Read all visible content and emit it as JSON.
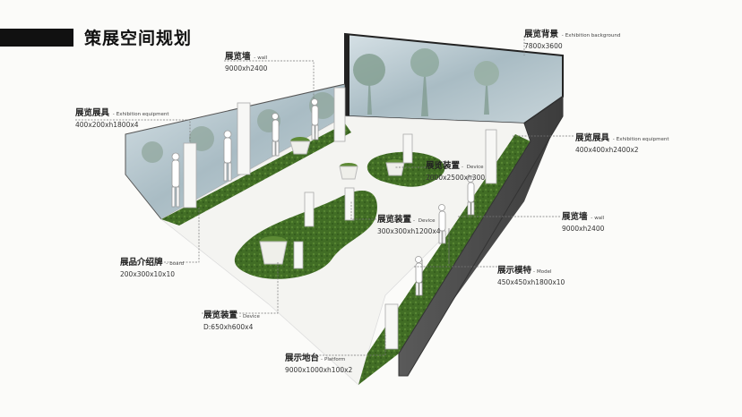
{
  "title": "策展空间规划",
  "labels": [
    {
      "zh": "展览背景",
      "sep": " -",
      "en": "Exhibition background",
      "dim": "7800x3600"
    },
    {
      "zh": "展览墙",
      "sep": " -",
      "en": "wall",
      "dim": "9000xh2400"
    },
    {
      "zh": "展览展具",
      "sep": " -",
      "en": "Exhibition equipment",
      "dim": "400x200xh1800x4"
    },
    {
      "zh": "展览展具",
      "sep": " -",
      "en": "Exhibition equipment",
      "dim": "400x400xh2400x2"
    },
    {
      "zh": "展览装置",
      "sep": "- ",
      "en": "Device",
      "dim": "2000x2500xh300"
    },
    {
      "zh": "展览装置",
      "sep": "- ",
      "en": "Device",
      "dim": "300x300xh1200x4"
    },
    {
      "zh": "展览墙",
      "sep": " -",
      "en": "wall",
      "dim": "9000xh2400"
    },
    {
      "zh": "展品介绍牌",
      "sep": " -",
      "en": "board",
      "dim": "200x300x10x10"
    },
    {
      "zh": "展示模特",
      "sep": "-",
      "en": "Model",
      "dim": "450x450xh1800x10"
    },
    {
      "zh": "展览装置",
      "sep": "-",
      "en": "Device",
      "dim": "D:650xh600x4"
    },
    {
      "zh": "展示地台",
      "sep": "-",
      "en": "Platform",
      "dim": "9000x1000xh100x2"
    }
  ],
  "colors": {
    "grass": "#3f6a24",
    "grass_light": "#5d8a35",
    "wall_dark": "#4a4a4a",
    "mural": "#b9c8cf",
    "bg": "#fbfbf9"
  }
}
